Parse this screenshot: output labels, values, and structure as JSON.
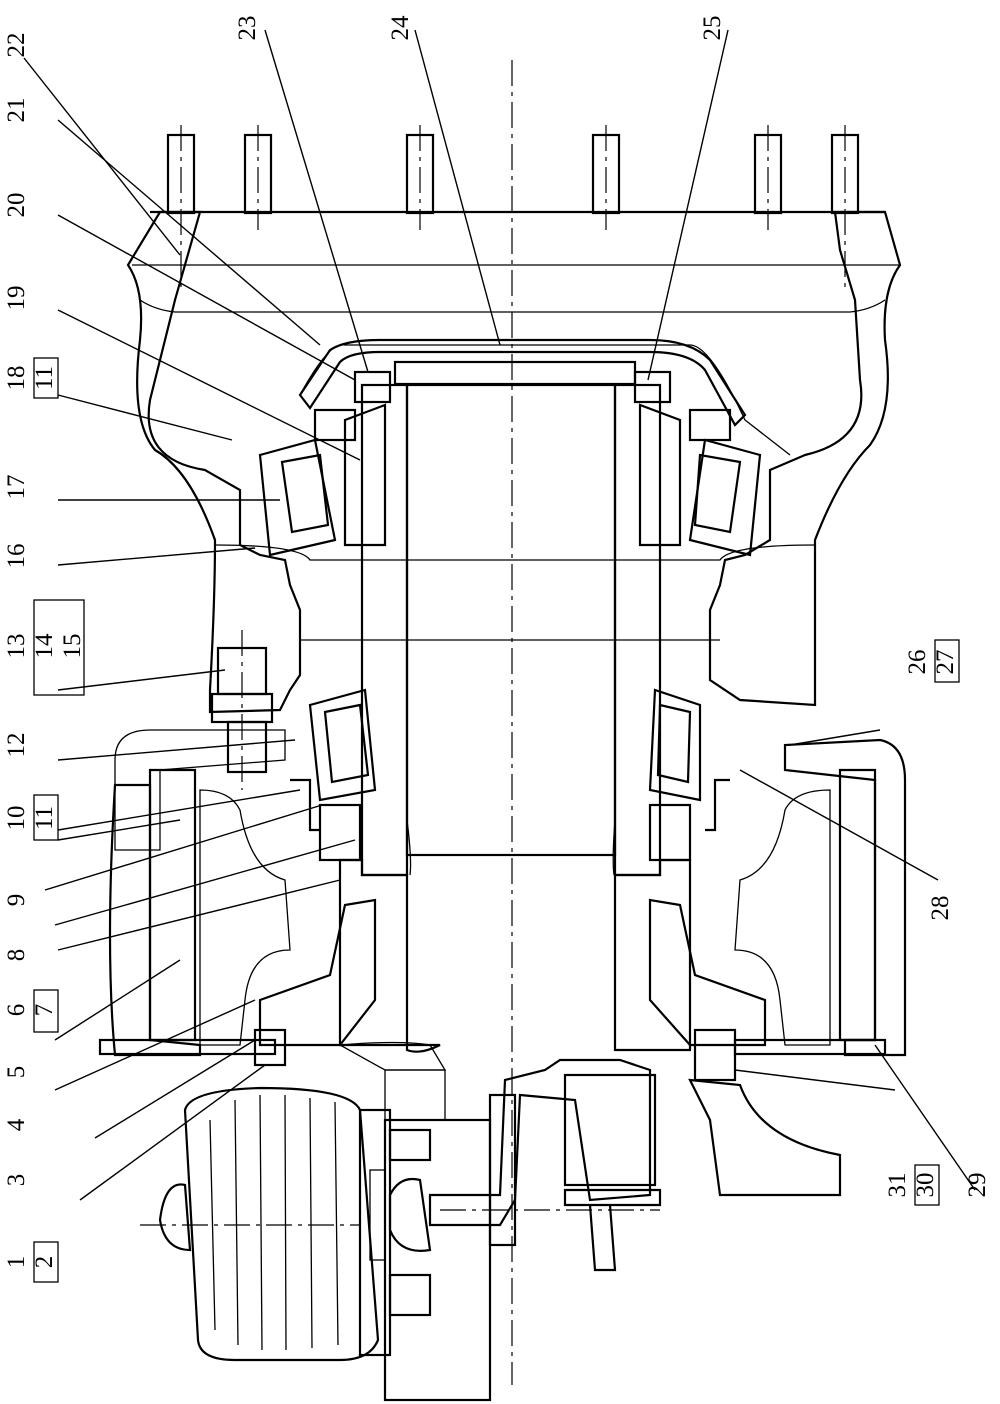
{
  "figure": {
    "part_labels": [
      {
        "id": "l1",
        "text": "1"
      },
      {
        "id": "l2",
        "text": "2"
      },
      {
        "id": "l3",
        "text": "3"
      },
      {
        "id": "l4",
        "text": "4"
      },
      {
        "id": "l5",
        "text": "5"
      },
      {
        "id": "l6",
        "text": "6"
      },
      {
        "id": "l7",
        "text": "7"
      },
      {
        "id": "l8",
        "text": "8"
      },
      {
        "id": "l9",
        "text": "9"
      },
      {
        "id": "l10",
        "text": "10"
      },
      {
        "id": "l11a",
        "text": "11"
      },
      {
        "id": "l12",
        "text": "12"
      },
      {
        "id": "l13",
        "text": "13"
      },
      {
        "id": "l14",
        "text": "14"
      },
      {
        "id": "l15",
        "text": "15"
      },
      {
        "id": "l16",
        "text": "16"
      },
      {
        "id": "l17",
        "text": "17"
      },
      {
        "id": "l18",
        "text": "18"
      },
      {
        "id": "l11b",
        "text": "11"
      },
      {
        "id": "l19",
        "text": "19"
      },
      {
        "id": "l20",
        "text": "20"
      },
      {
        "id": "l21",
        "text": "21"
      },
      {
        "id": "l22",
        "text": "22"
      },
      {
        "id": "l23",
        "text": "23"
      },
      {
        "id": "l24",
        "text": "24"
      },
      {
        "id": "l25",
        "text": "25"
      },
      {
        "id": "l26",
        "text": "26"
      },
      {
        "id": "l27",
        "text": "27"
      },
      {
        "id": "l28",
        "text": "28"
      },
      {
        "id": "l29",
        "text": "29"
      },
      {
        "id": "l30",
        "text": "30"
      },
      {
        "id": "l31",
        "text": "31"
      }
    ]
  }
}
